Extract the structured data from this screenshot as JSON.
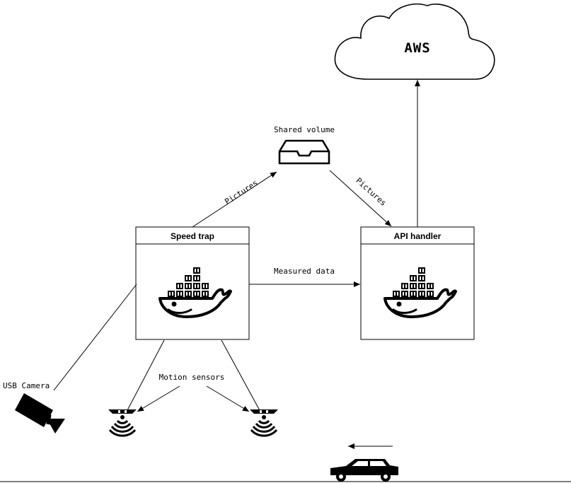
{
  "cloud": {
    "label": "AWS"
  },
  "shared_volume": {
    "label": "Shared volume"
  },
  "containers": {
    "speed_trap": {
      "title": "Speed trap",
      "icon": "docker-whale-icon"
    },
    "api_handler": {
      "title": "API handler",
      "icon": "docker-whale-icon"
    }
  },
  "edges": {
    "pictures_in": "Pictures",
    "pictures_out": "Pictures",
    "measured_data": "Measured data"
  },
  "devices": {
    "usb_camera": "USB Camera",
    "motion_sensors": "Motion sensors",
    "car_icon": "car-icon",
    "sensor_icon": "motion-sensor-icon",
    "camera_icon": "camera-icon"
  }
}
